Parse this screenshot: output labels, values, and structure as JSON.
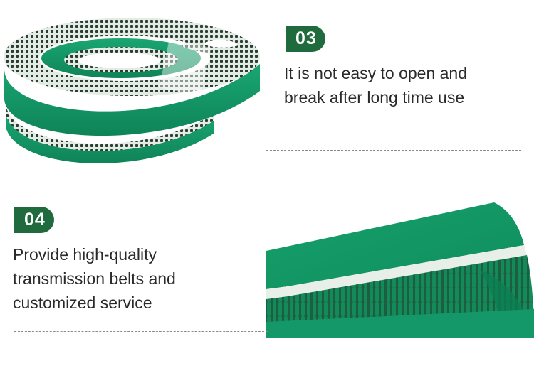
{
  "features": [
    {
      "number": "03",
      "lines": [
        "It is not easy to open and",
        "break after long time use"
      ],
      "image_description": "coiled green timing belts with white teeth"
    },
    {
      "number": "04",
      "lines": [
        "Provide high-quality",
        "transmission belts and",
        "customized service"
      ],
      "image_description": "close-up of a green timing belt showing teeth"
    }
  ],
  "colors": {
    "badge": "#1f6b3d",
    "belt_green": "#13996a",
    "belt_teeth": "#e8efe9",
    "text": "#2a2a2a",
    "divider": "#8a8a8a"
  }
}
